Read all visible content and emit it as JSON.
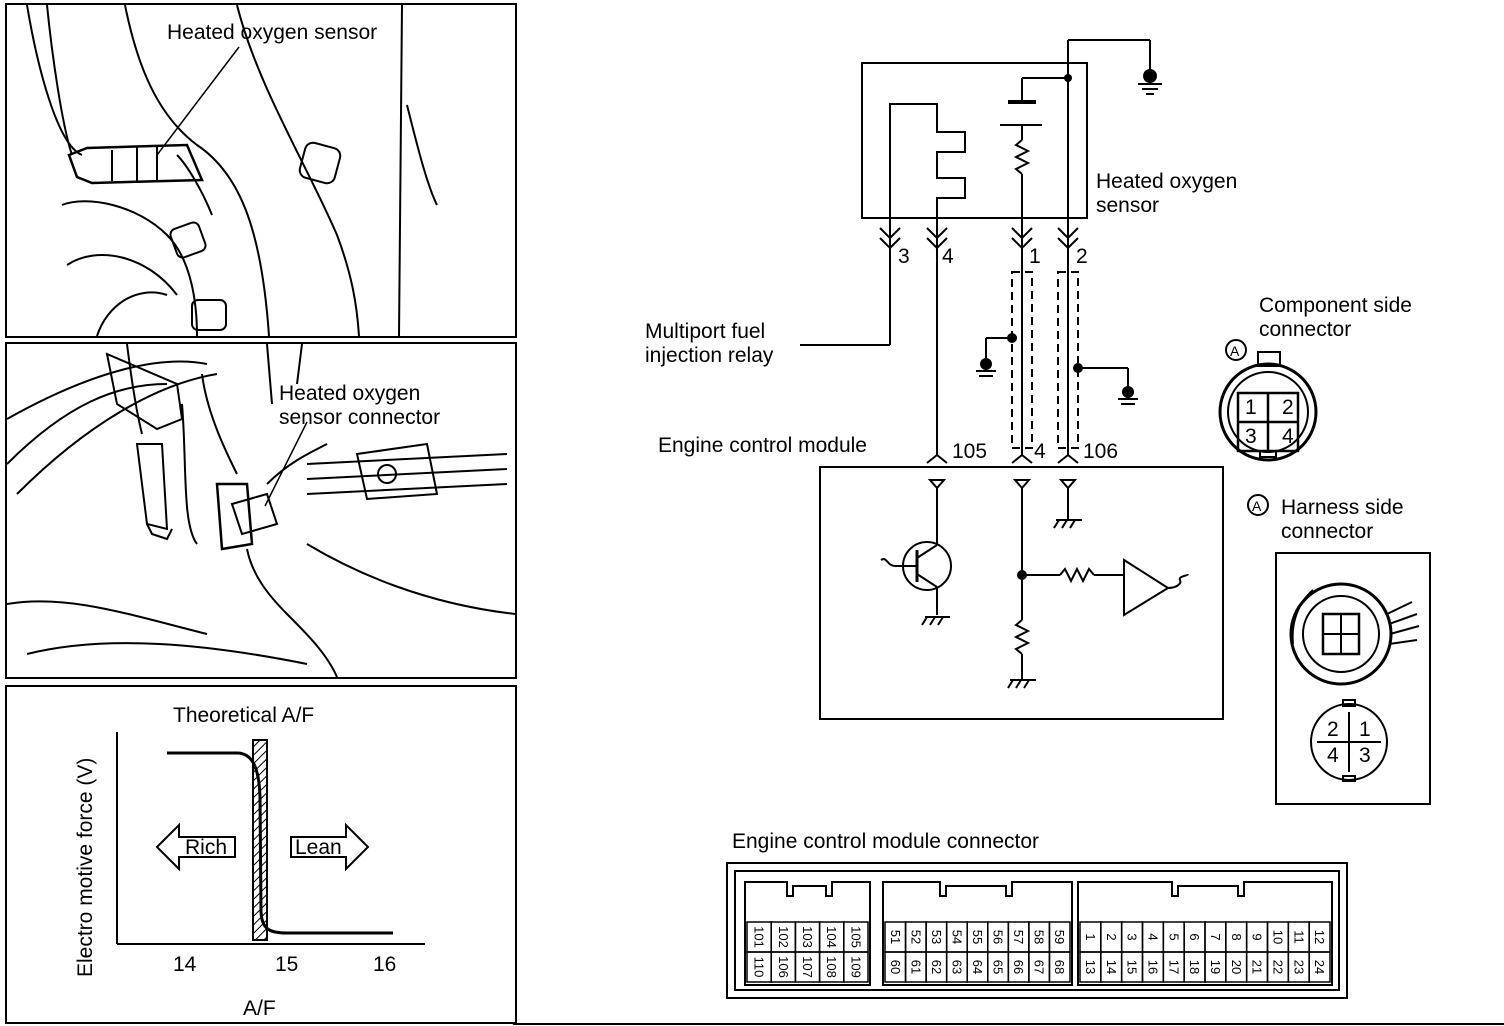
{
  "panel_sensor": {
    "label": "Heated oxygen sensor"
  },
  "panel_connector": {
    "label_line1": "Heated oxygen",
    "label_line2": "sensor connector"
  },
  "graph": {
    "title": "Theoretical  A/F",
    "ylabel": "Electro motive force (V)",
    "xlabel": "A/F",
    "ticks": [
      "14",
      "15",
      "16"
    ],
    "rich": "Rich",
    "lean": "Lean"
  },
  "circuit": {
    "sensor_label_line1": "Heated oxygen",
    "sensor_label_line2": "sensor",
    "relay_label_line1": "Multiport fuel",
    "relay_label_line2": "injection relay",
    "ecm_label": "Engine control module",
    "sensor_pins": [
      "3",
      "4",
      "1",
      "2"
    ],
    "ecm_pins": [
      "105",
      "4",
      "106"
    ]
  },
  "component_connector": {
    "marker": "A",
    "label_line1": "Component  side",
    "label_line2": "connector",
    "pins": [
      "1",
      "2",
      "3",
      "4"
    ]
  },
  "harness_connector": {
    "marker": "A",
    "label_line1": "Harness  side",
    "label_line2": "connector",
    "pins": [
      "2",
      "1",
      "4",
      "3"
    ]
  },
  "ecm_connector": {
    "title": "Engine control module connector",
    "left_block": [
      [
        "101",
        "102",
        "103",
        "104",
        "105"
      ],
      [
        "110",
        "106",
        "107",
        "108",
        "109"
      ]
    ],
    "mid_block": [
      [
        "51",
        "52",
        "53",
        "54",
        "55",
        "56",
        "57",
        "58",
        "59"
      ],
      [
        "60",
        "61",
        "62",
        "63",
        "64",
        "65",
        "66",
        "67",
        "68"
      ]
    ],
    "right_block": [
      [
        "1",
        "2",
        "3",
        "4",
        "5",
        "6",
        "7",
        "8",
        "9",
        "10",
        "11",
        "12"
      ],
      [
        "13",
        "14",
        "15",
        "16",
        "17",
        "18",
        "19",
        "20",
        "21",
        "22",
        "23",
        "24"
      ]
    ]
  }
}
